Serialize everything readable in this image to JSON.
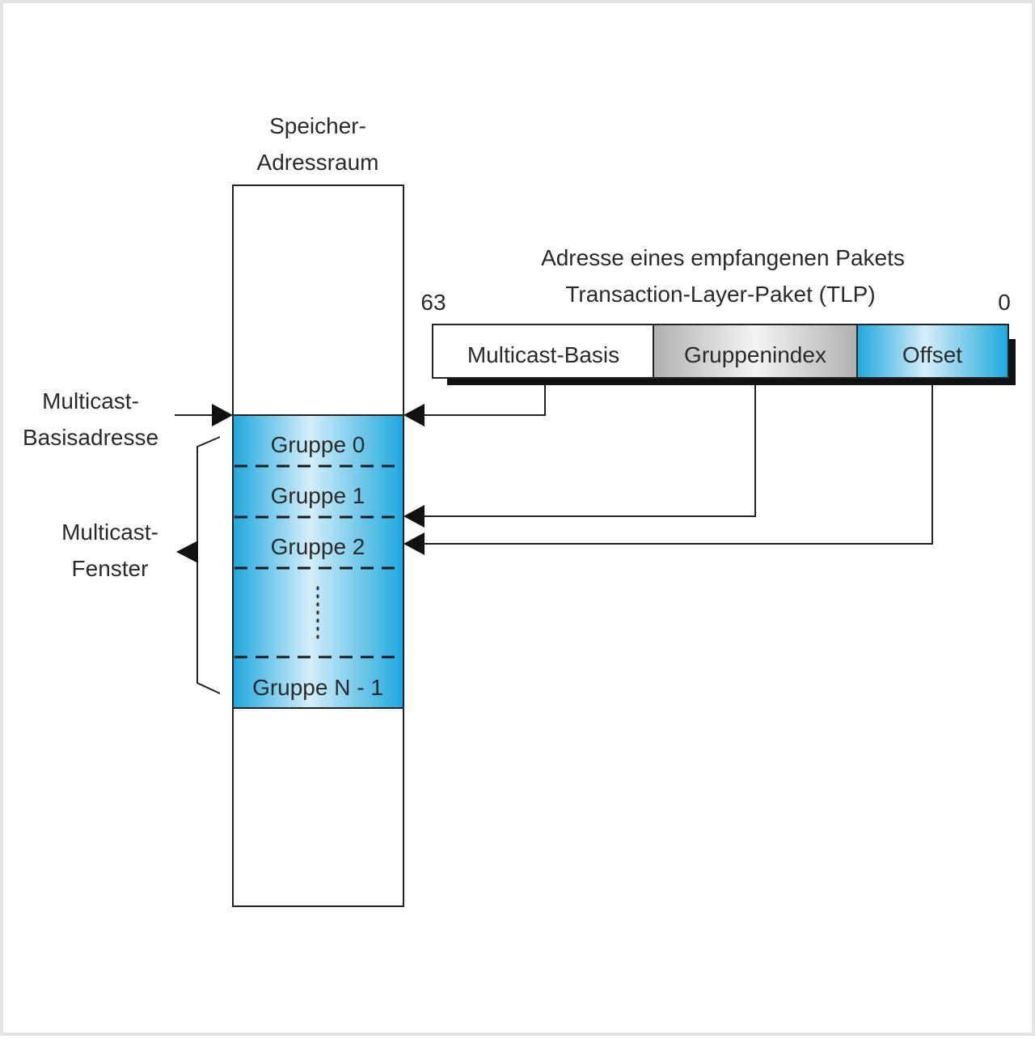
{
  "memory": {
    "title_line1": "Speicher-",
    "title_line2": "Adressraum",
    "groups": [
      "Gruppe 0",
      "Gruppe 1",
      "Gruppe 2",
      "Gruppe N - 1"
    ]
  },
  "packet": {
    "title_line1": "Adresse eines empfangenen Pakets",
    "title_line2": "Transaction-Layer-Paket (TLP)",
    "bit_high": "63",
    "bit_low": "0",
    "fields": [
      "Multicast-Basis",
      "Gruppenindex",
      "Offset"
    ]
  },
  "labels": {
    "base_line1": "Multicast-",
    "base_line2": "Basisadresse",
    "window_line1": "Multicast-",
    "window_line2": "Fenster"
  },
  "colors": {
    "blue": "#1ea7dc",
    "blue_light": "#d4eefa",
    "gray": "#b8b8b8"
  }
}
